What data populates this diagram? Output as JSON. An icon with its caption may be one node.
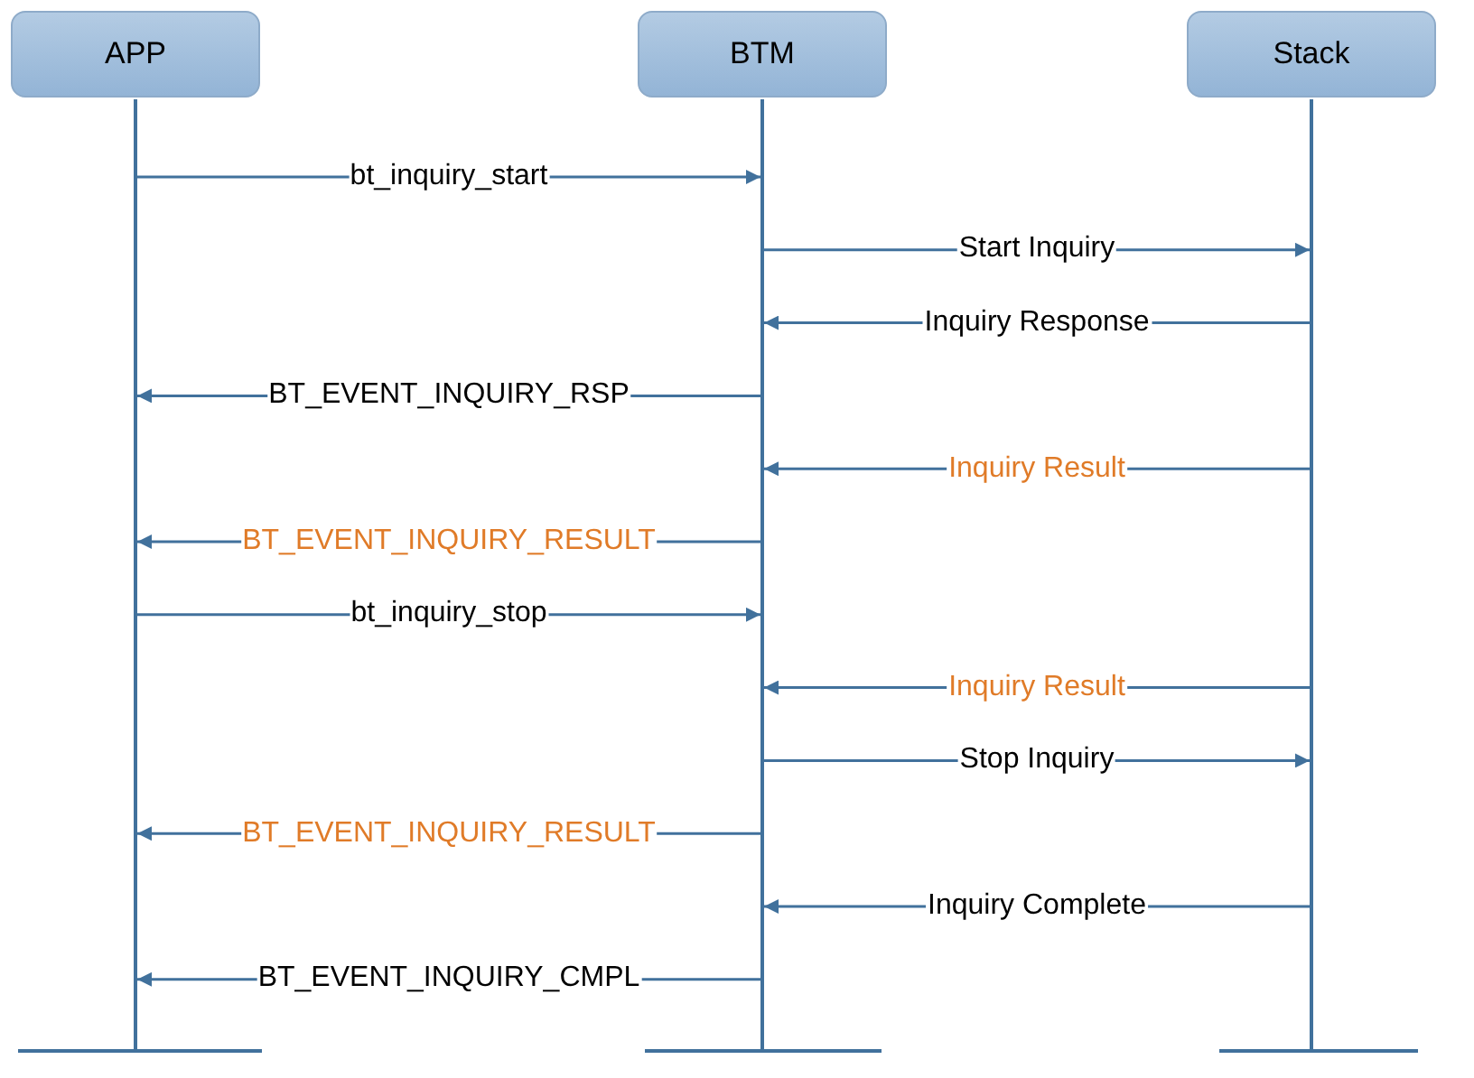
{
  "diagram": {
    "nodes": [
      {
        "text": [
          "APP"
        ]
      },
      {
        "text": [
          "BTM"
        ]
      },
      {
        "text": [
          "Stack"
        ]
      }
    ],
    "edges": [
      {
        "from": 0,
        "to": 1,
        "arrow": "to",
        "label": "bt_inquiry_start"
      },
      {
        "from": 1,
        "to": 2,
        "arrow": "to",
        "label": "Start Inquiry"
      },
      {
        "from": 2,
        "to": 1,
        "arrow": "to",
        "label": "Inquiry Response"
      },
      {
        "from": 1,
        "to": 0,
        "arrow": "to",
        "label": "BT_EVENT_INQUIRY_RSP"
      },
      {
        "from": 2,
        "to": 1,
        "arrow": "to",
        "label": "Inquiry Result"
      },
      {
        "from": 1,
        "to": 0,
        "arrow": "to",
        "label": "BT_EVENT_INQUIRY_RESULT"
      },
      {
        "from": 0,
        "to": 1,
        "arrow": "to",
        "label": "bt_inquiry_stop"
      },
      {
        "from": 2,
        "to": 1,
        "arrow": "to",
        "label": "Inquiry Result"
      },
      {
        "from": 1,
        "to": 2,
        "arrow": "to",
        "label": "Stop Inquiry"
      },
      {
        "from": 1,
        "to": 0,
        "arrow": "to",
        "label": "BT_EVENT_INQUIRY_RESULT"
      },
      {
        "from": 2,
        "to": 1,
        "arrow": "to",
        "label": "Inquiry Complete"
      },
      {
        "from": 1,
        "to": 0,
        "arrow": "to",
        "label": "BT_EVENT_INQUIRY_CMPL"
      }
    ]
  }
}
